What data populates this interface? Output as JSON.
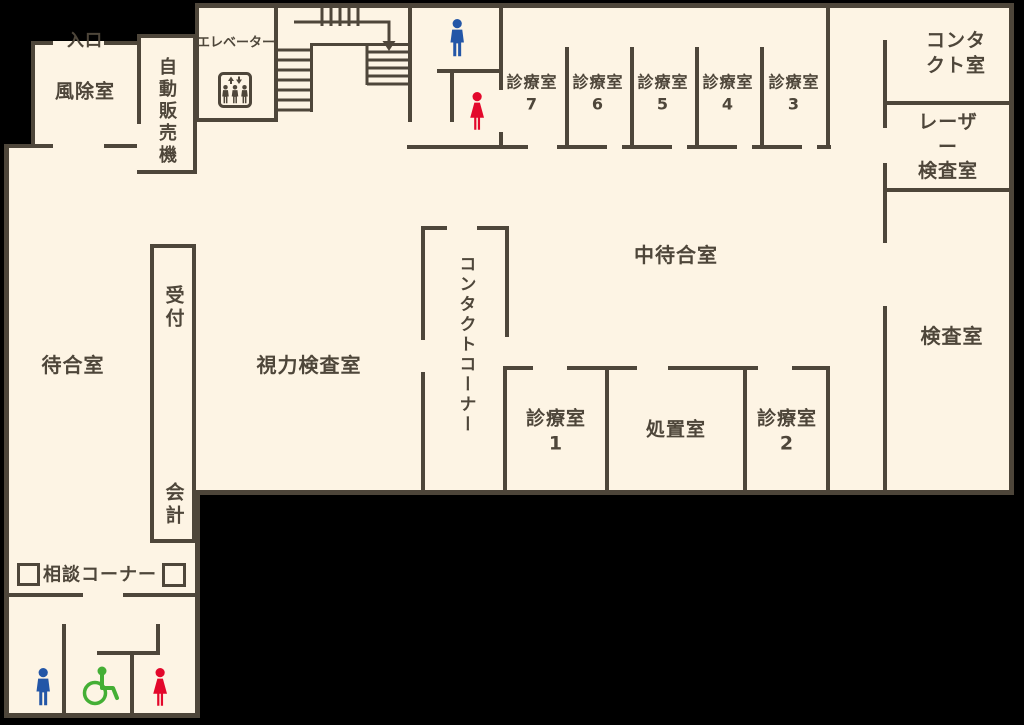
{
  "colors": {
    "floor": "#fdf4e4",
    "wall": "#4e463a",
    "toilet_male_blue": "#2356a7",
    "toilet_female_red": "#e3082b",
    "wheelchair_green": "#44af35",
    "outside": "#000000"
  },
  "rooms": {
    "entrance": "入口",
    "windbreak": "風除室",
    "vending_machine": "自動販売機",
    "elevator": "エレベーター",
    "contact_room": "コンタクト室",
    "laser_exam": "レーザー\n検査室",
    "exam_room": "検査室",
    "middle_waiting": "中待合室",
    "contact_corner": "コンタクトコーナー",
    "vision_exam": "視力検査室",
    "reception": "受付",
    "cashier": "会計",
    "waiting": "待合室",
    "consult_corner": "相談コーナー",
    "treatment": "処置室",
    "consult1": "診療室\n1",
    "consult2": "診療室\n2"
  },
  "top_consult_rooms": [
    {
      "name": "診療室",
      "number": "7"
    },
    {
      "name": "診療室",
      "number": "6"
    },
    {
      "name": "診療室",
      "number": "5"
    },
    {
      "name": "診療室",
      "number": "4"
    },
    {
      "name": "診療室",
      "number": "3"
    }
  ],
  "icons": {
    "elevator": "elevator-people-icon",
    "stairs": "staircase-with-down-arrow",
    "toilet_male_top": "male-toilet-icon",
    "toilet_female_top": "female-toilet-icon",
    "toilet_male_bottom": "male-toilet-icon",
    "toilet_wheelchair_bottom": "wheelchair-accessible-icon",
    "toilet_female_bottom": "female-toilet-icon",
    "consult_corner_tables": "table-square-markers"
  }
}
